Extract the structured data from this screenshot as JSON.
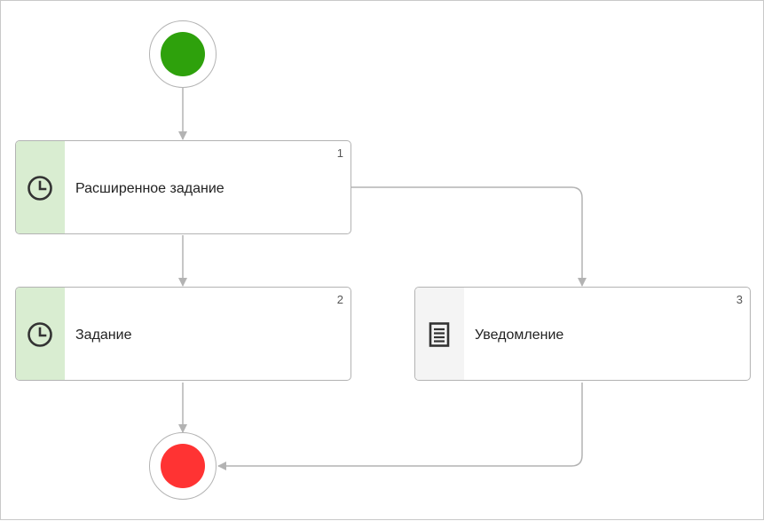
{
  "diagram": {
    "start_event": {
      "color": "#2ea10c"
    },
    "end_event": {
      "color": "#ff3333"
    },
    "tasks": [
      {
        "number": "1",
        "label": "Расширенное задание",
        "icon": "clock-icon",
        "strip": "#d9edd1"
      },
      {
        "number": "2",
        "label": "Задание",
        "icon": "clock-icon",
        "strip": "#d9edd1"
      },
      {
        "number": "3",
        "label": "Уведомление",
        "icon": "document-icon",
        "strip": "#f4f4f4"
      }
    ],
    "connector_color": "#b3b3b3"
  }
}
